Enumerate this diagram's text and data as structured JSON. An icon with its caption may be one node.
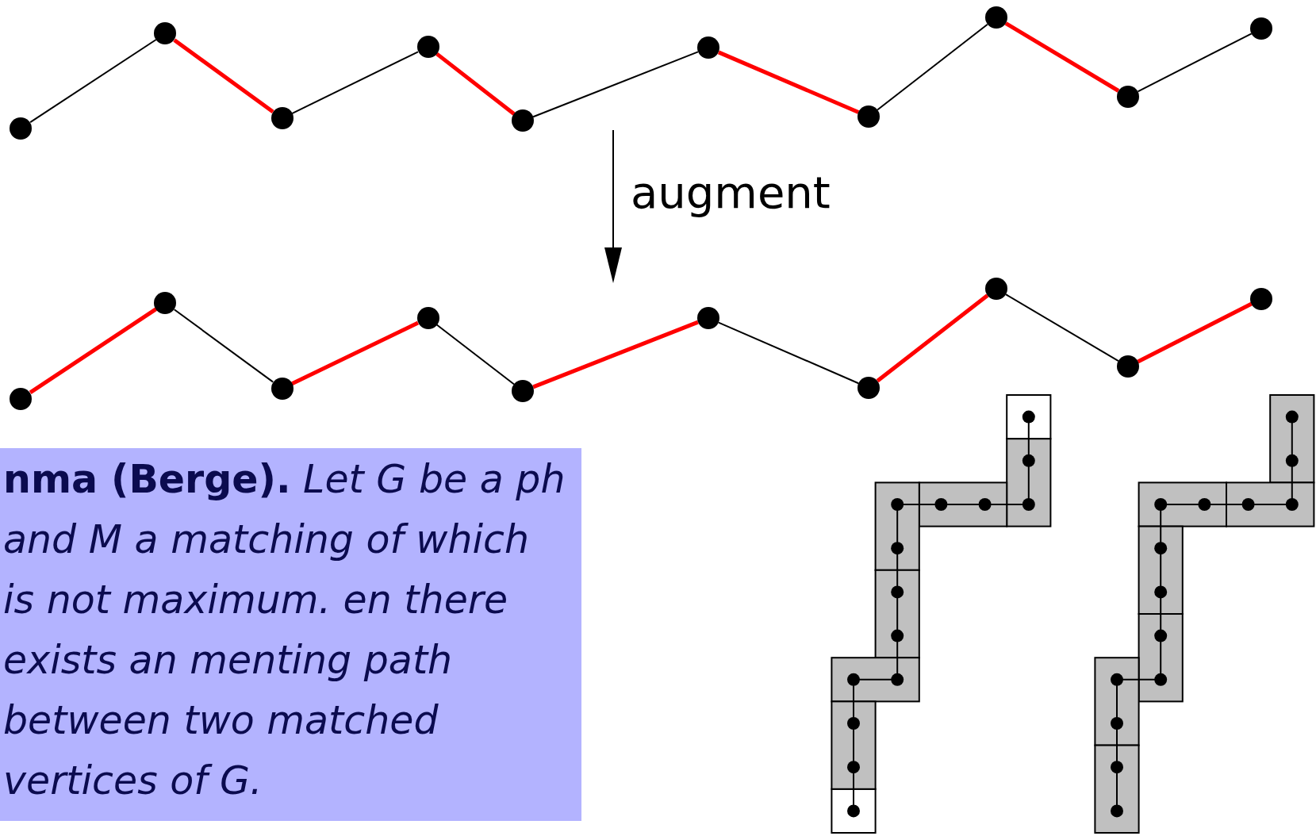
{
  "diagram": {
    "nodes": [
      {
        "text": [],
        "shape": "circle"
      },
      {
        "text": [],
        "shape": "circle"
      },
      {
        "text": [],
        "shape": "circle"
      },
      {
        "text": [],
        "shape": "circle"
      },
      {
        "text": [],
        "shape": "circle"
      },
      {
        "text": [],
        "shape": "circle"
      },
      {
        "text": [],
        "shape": "circle"
      },
      {
        "text": [],
        "shape": "circle"
      },
      {
        "text": [],
        "shape": "circle"
      },
      {
        "text": [],
        "shape": "circle"
      },
      {
        "text": [],
        "shape": "circle"
      },
      {
        "text": [],
        "shape": "circle"
      },
      {
        "text": [],
        "shape": "circle"
      },
      {
        "text": [],
        "shape": "circle"
      },
      {
        "text": [],
        "shape": "circle"
      },
      {
        "text": [],
        "shape": "circle"
      },
      {
        "text": [],
        "shape": "circle"
      },
      {
        "text": [],
        "shape": "circle"
      },
      {
        "text": [],
        "shape": "circle"
      },
      {
        "text": [],
        "shape": "circle"
      },
      {
        "text": [
          "**nma (Berge).** *Let G be a ph and M a matching of which is not maximum. en there exists an menting path between two matched vertices of G.*"
        ]
      }
    ],
    "edges": [
      {
        "from": 0,
        "to": 1,
        "arrow": "none"
      },
      {
        "from": 1,
        "to": 2,
        "arrow": "none",
        "style": "thick",
        "color": "#ff0000"
      },
      {
        "from": 2,
        "to": 3,
        "arrow": "none"
      },
      {
        "from": 3,
        "to": 4,
        "arrow": "none",
        "style": "thick",
        "color": "#ff0000"
      },
      {
        "from": 4,
        "to": 5,
        "arrow": "none"
      },
      {
        "from": 5,
        "to": 6,
        "arrow": "none",
        "style": "thick",
        "color": "#ff0000"
      },
      {
        "from": 6,
        "to": 7,
        "arrow": "none"
      },
      {
        "from": 7,
        "to": 8,
        "arrow": "none",
        "style": "thick",
        "color": "#ff0000"
      },
      {
        "from": 8,
        "to": 9,
        "arrow": "none"
      },
      {
        "from": 10,
        "to": 11,
        "arrow": "none",
        "style": "thick",
        "color": "#ff0000"
      },
      {
        "from": 11,
        "to": 12,
        "arrow": "none"
      },
      {
        "from": 12,
        "to": 13,
        "arrow": "none",
        "style": "thick",
        "color": "#ff0000"
      },
      {
        "from": 13,
        "to": 14,
        "arrow": "none"
      },
      {
        "from": 14,
        "to": 15,
        "arrow": "none",
        "style": "thick",
        "color": "#ff0000"
      },
      {
        "from": 15,
        "to": 16,
        "arrow": "none"
      },
      {
        "from": 16,
        "to": 17,
        "arrow": "none",
        "style": "thick",
        "color": "#ff0000"
      },
      {
        "from": 17,
        "to": 18,
        "arrow": "none"
      },
      {
        "from": 18,
        "to": 19,
        "arrow": "none",
        "style": "thick",
        "color": "#ff0000"
      }
    ],
    "labels": [
      "augment"
    ]
  }
}
